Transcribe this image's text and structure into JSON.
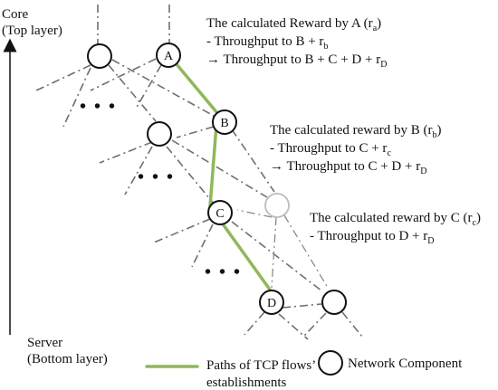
{
  "axis": {
    "top_label_line1": "Core",
    "top_label_line2": "(Top layer)",
    "bottom_label_line1": "Server",
    "bottom_label_line2": "(Bottom layer)"
  },
  "nodes": {
    "a": "A",
    "b": "B",
    "c": "C",
    "d": "D"
  },
  "ellipsis": "• • •",
  "annotations": {
    "a": {
      "title": "The calculated Reward by A (r",
      "title_sub": "a",
      "title_end": ")",
      "line1": "-    Throughput to B + r",
      "line1_sub": "b",
      "line2": "→ Throughput to B + C + D + r",
      "line2_sub": "D"
    },
    "b": {
      "title": "The calculated reward by B (r",
      "title_sub": "b",
      "title_end": ")",
      "line1": "-    Throughput to C + r",
      "line1_sub": "c",
      "line2": "→ Throughput to C + D + r",
      "line2_sub": "D"
    },
    "c": {
      "title": "The calculated reward by C (r",
      "title_sub": "c",
      "title_end": ")",
      "line1": "- Throughput to D + r",
      "line1_sub": "D"
    }
  },
  "legend": {
    "path_line1": "Paths of TCP flows’",
    "path_line2": "establishments",
    "component": "Network Component"
  },
  "colors": {
    "path": "#8fb85a",
    "link": "#6f6f6f",
    "node_stroke": "#111111",
    "faded_node": "#bdbdbd"
  }
}
